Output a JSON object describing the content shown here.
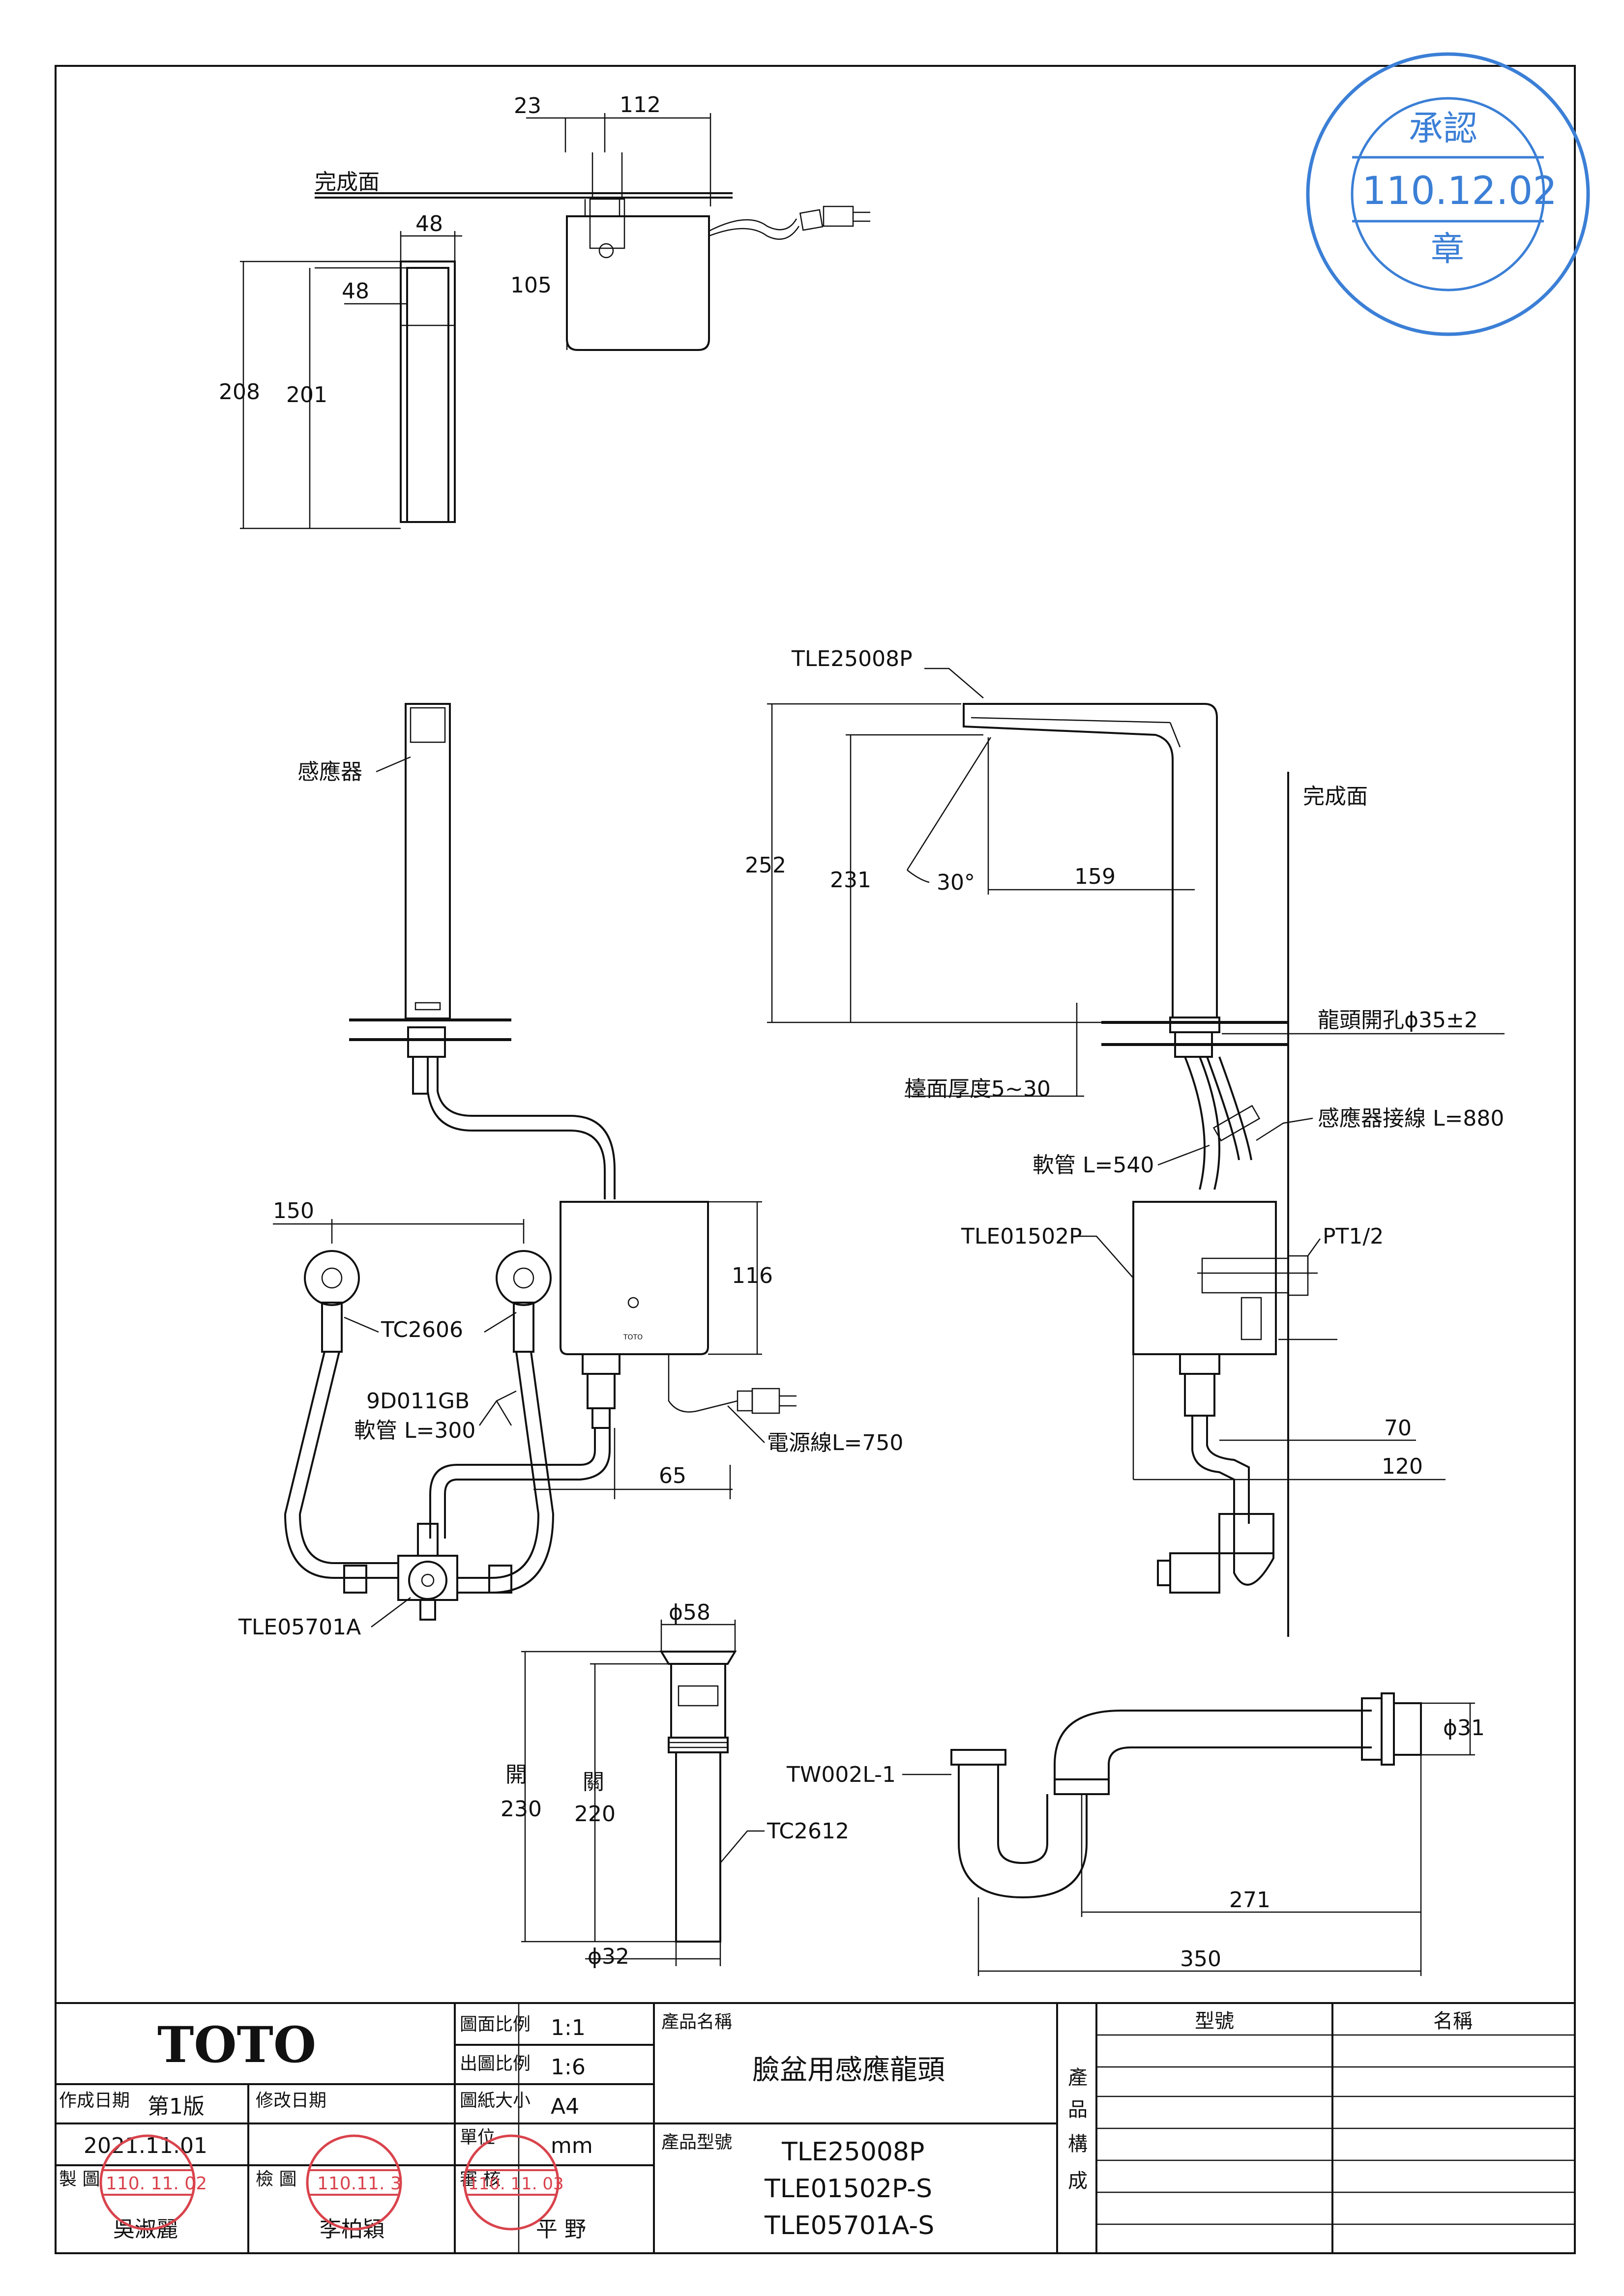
{
  "colors": {
    "line": "#111111",
    "stamp_red": "#d9434c",
    "stamp_blue": "#3b7fd6",
    "background": "#ffffff"
  },
  "top_view": {
    "finish_surface": "完成面",
    "dim_23": "23",
    "dim_112": "112",
    "dim_105": "105",
    "dim_48_top": "48",
    "dim_48_inner": "48",
    "dim_208": "208",
    "dim_201": "201"
  },
  "front_view": {
    "sensor": "感應器",
    "dim_150": "150",
    "valve_model": "TC2606",
    "hose_model": "9D011GB",
    "hose_length": "軟管 L=300",
    "dim_116": "116",
    "power_cord": "電源線L=750",
    "dim_65": "65",
    "mixer_model": "TLE05701A"
  },
  "side_view": {
    "faucet_model": "TLE25008P",
    "finish_surface": "完成面",
    "dim_252": "252",
    "dim_231": "231",
    "angle": "30°",
    "dim_159": "159",
    "faucet_hole": "龍頭開孔ϕ35±2",
    "counter_thickness": "檯面厚度5~30",
    "sensor_wire": "感應器接線 L=880",
    "hose_length": "軟管 L=540",
    "controller_model": "TLE01502P",
    "thread": "PT1/2",
    "dim_70": "70",
    "dim_120": "120"
  },
  "drain_view": {
    "dia_58": "ϕ58",
    "open_label": "開",
    "open_230": "230",
    "close_label": "關",
    "close_220": "220",
    "dia_32": "ϕ32",
    "drain_model": "TC2612"
  },
  "trap_view": {
    "trap_model": "TW002L-1",
    "dia_31": "ϕ31",
    "dim_271": "271",
    "dim_350": "350"
  },
  "title_block": {
    "brand": "TOTO",
    "scale_label": "圖面比例",
    "scale_value": "1:1",
    "print_scale_label": "出圖比例",
    "print_scale_value": "1:6",
    "paper_label": "圖紙大小",
    "paper_value": "A4",
    "unit_label": "單位",
    "unit_value": "mm",
    "review_label": "審 核",
    "reviewer": "平 野",
    "created_label": "作成日期",
    "edition": "第1版",
    "revised_label": "修改日期",
    "created_date": "2021.11.01",
    "drawn_label": "製 圖",
    "drafter": "吳淑麗",
    "checked_label": "檢 圖",
    "checker": "李柏穎",
    "product_name_label": "產品名稱",
    "product_name": "臉盆用感應龍頭",
    "product_no_label": "產品型號",
    "product_no_1": "TLE25008P",
    "product_no_2": "TLE01502P-S",
    "product_no_3": "TLE05701A-S",
    "composition_label_1": "產",
    "composition_label_2": "品",
    "composition_label_3": "構",
    "composition_label_4": "成",
    "model_col": "型號",
    "name_col": "名稱"
  },
  "stamps": {
    "approval_date": "110.12.02",
    "approval_word": "承認",
    "approval_chapter": "章",
    "drafter_stamp_date": "110. 11. 02",
    "checker_stamp_date": "110.11. 3",
    "reviewer_stamp_date": "110. 11. 03"
  }
}
